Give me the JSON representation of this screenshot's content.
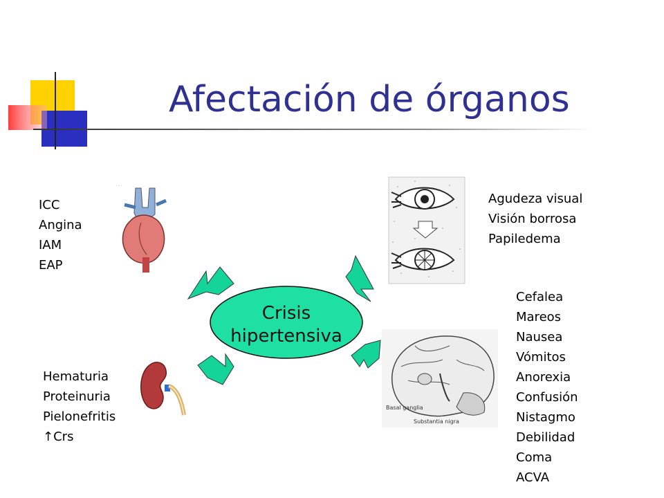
{
  "slide": {
    "title": "Afectación de órganos",
    "center": {
      "line1": "Crisis",
      "line2": "hipertensiva"
    },
    "heart_list": [
      "ICC",
      "Angina",
      "IAM",
      "EAP"
    ],
    "eye_list": [
      "Agudeza visual",
      "Visión borrosa",
      "Papiledema"
    ],
    "brain_list": [
      "Cefalea",
      "Mareos",
      "Nausea",
      "Vómitos",
      "Anorexia",
      "Confusión",
      "Nistagmo",
      "Debilidad",
      "Coma",
      "ACVA"
    ],
    "kidney_list": [
      "Hematuria",
      "Proteinuria",
      "Pielonefritis"
    ],
    "kidney_last": {
      "arrow": "↑",
      "text": "Crs"
    },
    "brain_labels": {
      "basal": "Basal ganglia",
      "substantia": "Substantia nigra"
    },
    "colors": {
      "title": "#2e3191",
      "ellipse": "#1fe0a3",
      "arrows": "#15d49a",
      "deco_yellow": "#ffd200",
      "deco_blue": "#2b2fbf",
      "deco_red": "#ff4a4a"
    }
  }
}
